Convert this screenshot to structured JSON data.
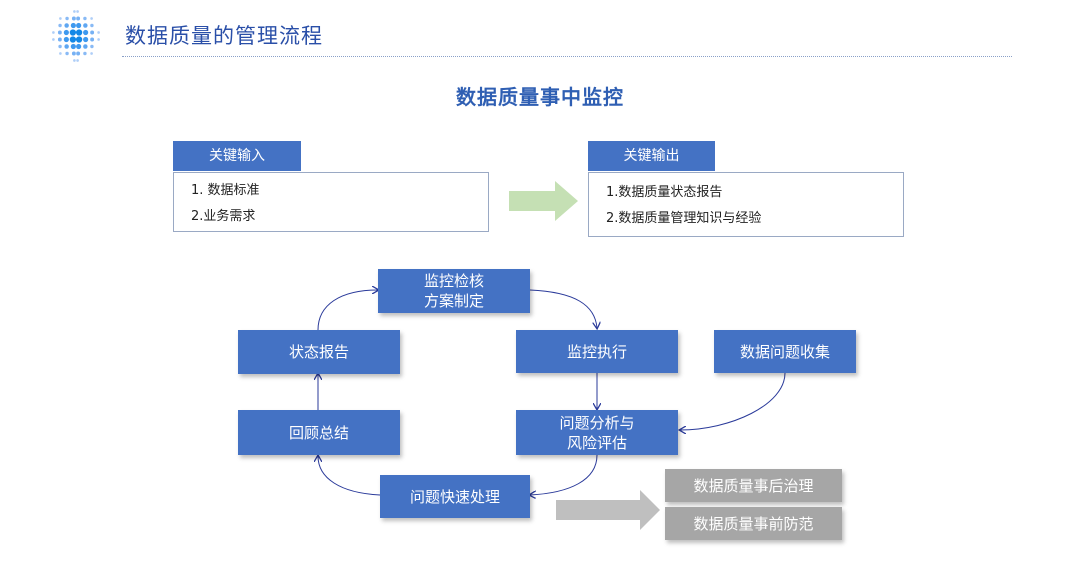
{
  "header": {
    "title": "数据质量的管理流程",
    "section_heading": "数据质量事中监控"
  },
  "key_input": {
    "tab_label": "关键输入",
    "items": [
      "1. 数据标准",
      "2.业务需求"
    ]
  },
  "key_output": {
    "tab_label": "关键输出",
    "items": [
      "1.数据质量状态报告",
      "2.数据质量管理知识与经验"
    ]
  },
  "cycle": {
    "plan": [
      "监控检核",
      "方案制定"
    ],
    "execute": "监控执行",
    "collect": "数据问题收集",
    "analyze": [
      "问题分析与",
      "风险评估"
    ],
    "handle": "问题快速处理",
    "review": "回顾总结",
    "report": "状态报告"
  },
  "outcomes": {
    "governance": "数据质量事后治理",
    "prevention": "数据质量事前防范"
  },
  "colors": {
    "primary": "#4472c4",
    "title": "#2a4fa8",
    "green_arrow": "#c5e0b4",
    "gray": "#a6a6a6"
  }
}
